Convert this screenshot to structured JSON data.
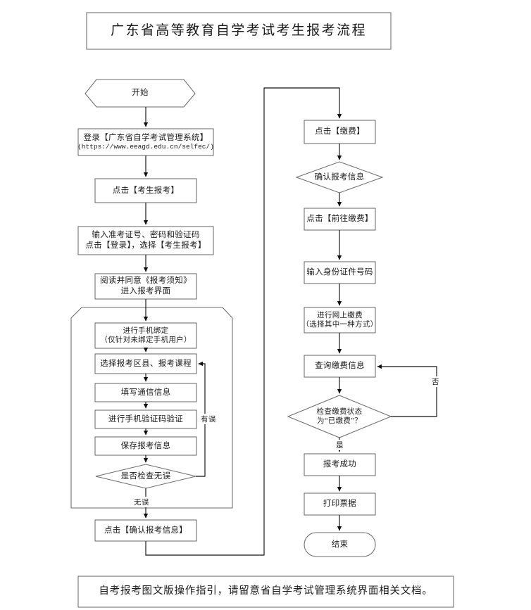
{
  "document": {
    "title": "广东省高等教育自学考试考生报考流程",
    "footer_note": "自考报考图文版操作指引，请留意省自学考试管理系统界面相关文档。"
  },
  "chart_data": {
    "type": "flowchart",
    "title": "广东省高等教育自学考试考生报考流程",
    "orientation": "two-column, left column then right column",
    "nodes": [
      {
        "id": "start",
        "shape": "hexagon",
        "column": "left",
        "lines": [
          "开始"
        ]
      },
      {
        "id": "login",
        "shape": "rect",
        "column": "left",
        "lines": [
          "登录【广东省自学考试管理系统】",
          "(https://www.eeagd.edu.cn/selfec/)"
        ]
      },
      {
        "id": "click-exam",
        "shape": "rect",
        "column": "left",
        "lines": [
          "点击【考生报考】"
        ]
      },
      {
        "id": "enter-creds",
        "shape": "rect",
        "column": "left",
        "lines": [
          "输入准考证号、密码和验证码",
          "点击【登录】，选择【考生报考】"
        ]
      },
      {
        "id": "read-notice",
        "shape": "rect",
        "column": "left",
        "lines": [
          "阅读并同意《报考须知》",
          "进入报考界面"
        ]
      },
      {
        "id": "bind-phone",
        "shape": "rect",
        "column": "left",
        "lines": [
          "进行手机绑定",
          "（仅针对未绑定手机用户）"
        ]
      },
      {
        "id": "choose-area",
        "shape": "rect",
        "column": "left",
        "lines": [
          "选择报考区县、报考课程"
        ]
      },
      {
        "id": "fill-contact",
        "shape": "rect",
        "column": "left",
        "lines": [
          "填写通信信息"
        ]
      },
      {
        "id": "verify-code",
        "shape": "rect",
        "column": "left",
        "lines": [
          "进行手机验证码验证"
        ]
      },
      {
        "id": "save-info",
        "shape": "rect",
        "column": "left",
        "lines": [
          "保存报考信息"
        ]
      },
      {
        "id": "check-ok",
        "shape": "diamond",
        "column": "left",
        "lines": [
          "是否检查无误"
        ]
      },
      {
        "id": "confirm-info",
        "shape": "rect",
        "column": "left",
        "lines": [
          "点击【确认报考信息】"
        ]
      },
      {
        "id": "click-pay",
        "shape": "rect",
        "column": "right",
        "lines": [
          "点击【缴费】"
        ]
      },
      {
        "id": "confirm-appl",
        "shape": "diamond",
        "column": "right",
        "lines": [
          "确认报考信息"
        ]
      },
      {
        "id": "goto-pay",
        "shape": "rect",
        "column": "right",
        "lines": [
          "点击【前往缴费】"
        ]
      },
      {
        "id": "enter-id",
        "shape": "rect",
        "column": "right",
        "lines": [
          "输入身份证件号码"
        ]
      },
      {
        "id": "online-pay",
        "shape": "rect",
        "column": "right",
        "lines": [
          "进行网上缴费",
          "（选择其中一种方式）"
        ]
      },
      {
        "id": "query-pay",
        "shape": "rect",
        "column": "right",
        "lines": [
          "查询缴费信息"
        ]
      },
      {
        "id": "check-status",
        "shape": "diamond",
        "column": "right",
        "lines": [
          "检查缴费状态",
          "为“已缴费”？"
        ]
      },
      {
        "id": "success",
        "shape": "rect",
        "column": "right",
        "lines": [
          "报考成功"
        ]
      },
      {
        "id": "print",
        "shape": "rect",
        "column": "right",
        "lines": [
          "打印票据"
        ]
      },
      {
        "id": "end",
        "shape": "stadium",
        "column": "right",
        "lines": [
          "结束"
        ]
      }
    ],
    "group_container": {
      "id": "registration-group",
      "shape": "chamfered-rect",
      "contains": [
        "bind-phone",
        "choose-area",
        "fill-contact",
        "verify-code",
        "save-info",
        "check-ok"
      ]
    },
    "edge_labels": [
      {
        "id": "error-label",
        "text": "有误",
        "from": "check-ok",
        "to": "choose-area"
      },
      {
        "id": "no-error-label",
        "text": "无误",
        "from": "check-ok",
        "to": "confirm-info"
      },
      {
        "id": "no-label",
        "text": "否",
        "from": "check-status",
        "to": "query-pay"
      },
      {
        "id": "yes-label",
        "text": "是",
        "from": "check-status",
        "to": "success"
      }
    ],
    "colors": {
      "stroke": "#6b6b6b",
      "arrow": "#111111",
      "text": "#1a1a1a",
      "background": "#ffffff"
    }
  }
}
